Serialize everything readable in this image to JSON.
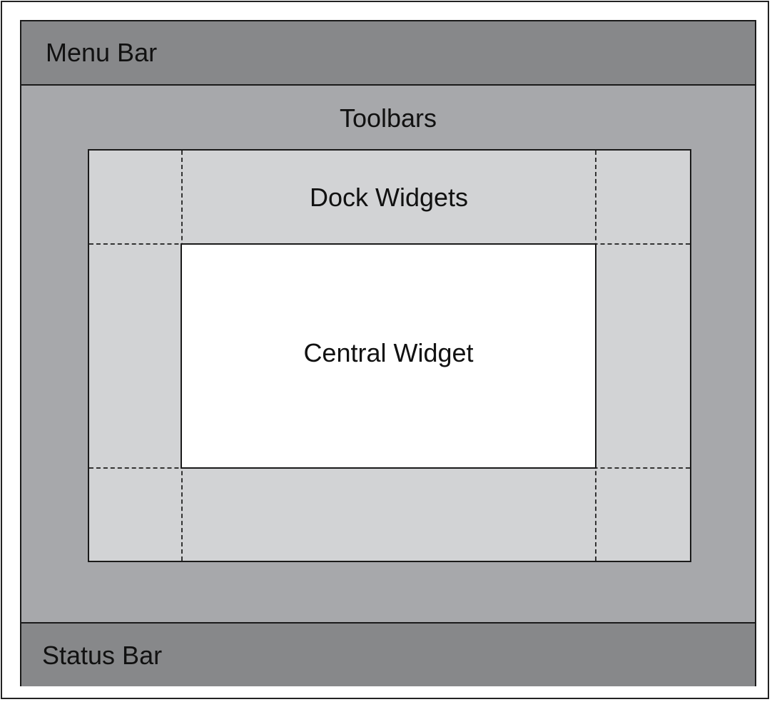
{
  "diagram": {
    "menu_bar": {
      "label": "Menu Bar"
    },
    "toolbars": {
      "label": "Toolbars"
    },
    "dock_widgets": {
      "label": "Dock Widgets"
    },
    "central_widget": {
      "label": "Central Widget"
    },
    "status_bar": {
      "label": "Status Bar"
    }
  },
  "colors": {
    "menu_status_fill": "#87888a",
    "toolbar_fill": "#a7a8ab",
    "dock_fill": "#d2d3d5",
    "central_fill": "#ffffff",
    "border": "#1a1a1a"
  }
}
